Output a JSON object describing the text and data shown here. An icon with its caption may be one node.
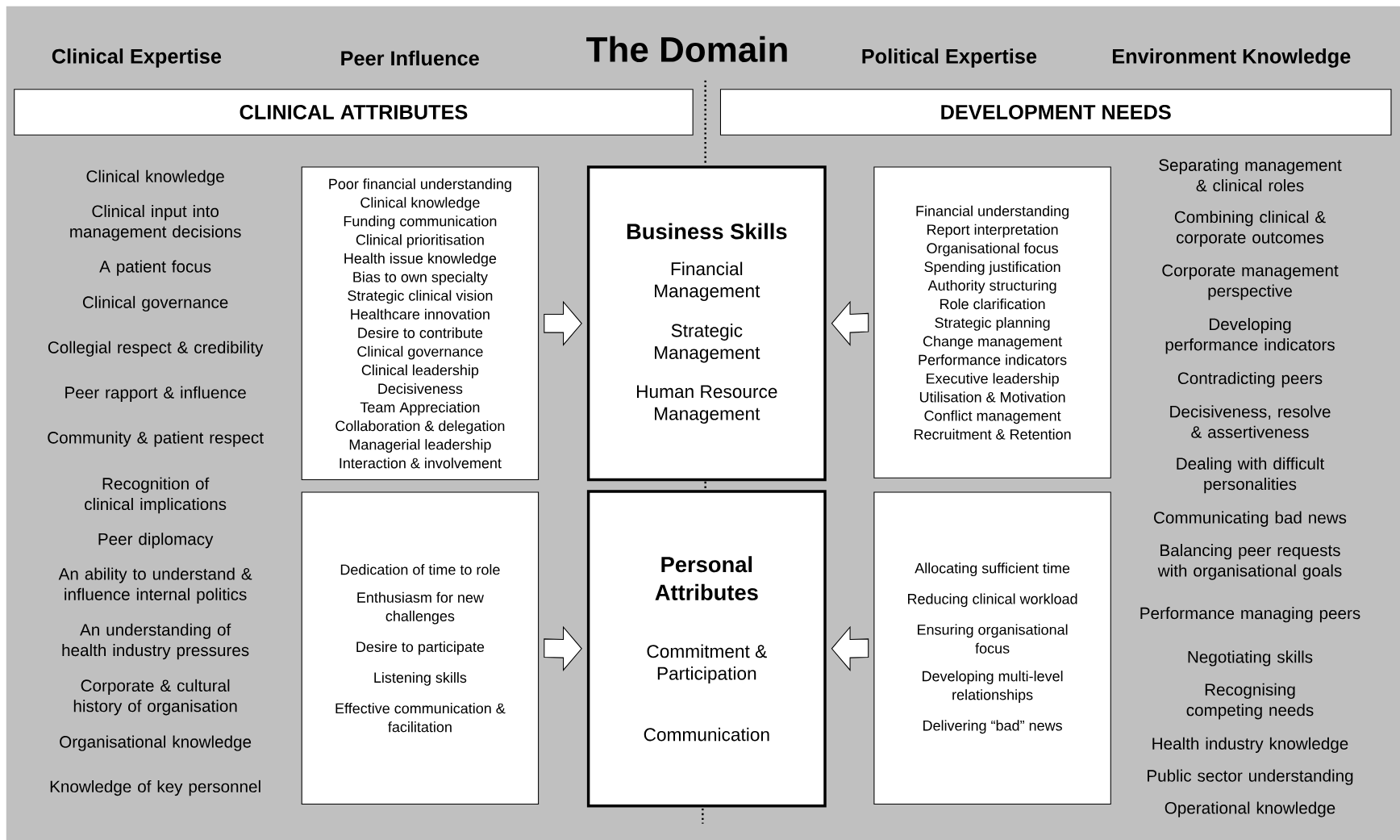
{
  "diagram": {
    "title": "The Domain",
    "nodes": [
      {
        "text": [
          "CLINICAL ATTRIBUTES"
        ]
      },
      {
        "text": [
          "DEVELOPMENT NEEDS"
        ]
      },
      {
        "text": [
          "Poor financial understanding",
          "Clinical knowledge",
          "Funding communication",
          "Clinical prioritisation",
          "Health issue knowledge",
          "Bias to own specialty",
          "Strategic clinical vision",
          "Healthcare innovation",
          "Desire to contribute",
          "Clinical governance",
          "Clinical leadership",
          "Decisiveness",
          "Team Appreciation",
          "Collaboration & delegation",
          "Managerial leadership",
          "Interaction & involvement"
        ]
      },
      {
        "text": [
          "Business Skills",
          "Financial Management",
          "Strategic Management",
          "Human Resource Management"
        ]
      },
      {
        "text": [
          "Financial understanding",
          "Report interpretation",
          "Organisational focus",
          "Spending justification",
          "Authority structuring",
          "Role clarification",
          "Strategic planning",
          "Change management",
          "Performance indicators",
          "Executive leadership",
          "Utilisation & Motivation",
          "Conflict management",
          "Recruitment & Retention"
        ]
      },
      {
        "text": [
          "Dedication of time to role",
          "Enthusiasm for new challenges",
          "Desire to participate",
          "Listening skills",
          "Effective communication & facilitation"
        ]
      },
      {
        "text": [
          "Personal Attributes",
          "Commitment & Participation",
          "Communication"
        ]
      },
      {
        "text": [
          "Allocating sufficient time",
          "Reducing clinical workload",
          "Ensuring organisational focus",
          "Developing multi-level relationships",
          "Delivering “bad” news"
        ]
      }
    ],
    "edges": [
      {
        "from": 2,
        "to": 3,
        "arrow": "to"
      },
      {
        "from": 4,
        "to": 3,
        "arrow": "to"
      },
      {
        "from": 5,
        "to": 6,
        "arrow": "to"
      },
      {
        "from": 7,
        "to": 6,
        "arrow": "to"
      }
    ],
    "labels": [
      "Clinical Expertise",
      "Peer Influence",
      "Political Expertise",
      "Environment Knowledge",
      "Clinical knowledge",
      "Clinical input into management decisions",
      "A patient focus",
      "Clinical governance",
      "Collegial respect & credibility",
      "Peer rapport & influence",
      "Community & patient respect",
      "Recognition of clinical implications",
      "Peer diplomacy",
      "An ability to understand & influence internal politics",
      "An understanding of health industry pressures",
      "Corporate & cultural history of organisation",
      "Organisational knowledge",
      "Knowledge of key personnel",
      "Separating management & clinical roles",
      "Combining clinical & corporate outcomes",
      "Corporate management perspective",
      "Developing performance indicators",
      "Contradicting peers",
      "Decisiveness, resolve & assertiveness",
      "Dealing with difficult personalities",
      "Communicating bad news",
      "Balancing peer requests with organisational goals",
      "Performance managing peers",
      "Negotiating skills",
      "Recognising competing needs",
      "Health industry knowledge",
      "Public sector understanding",
      "Operational knowledge"
    ]
  }
}
